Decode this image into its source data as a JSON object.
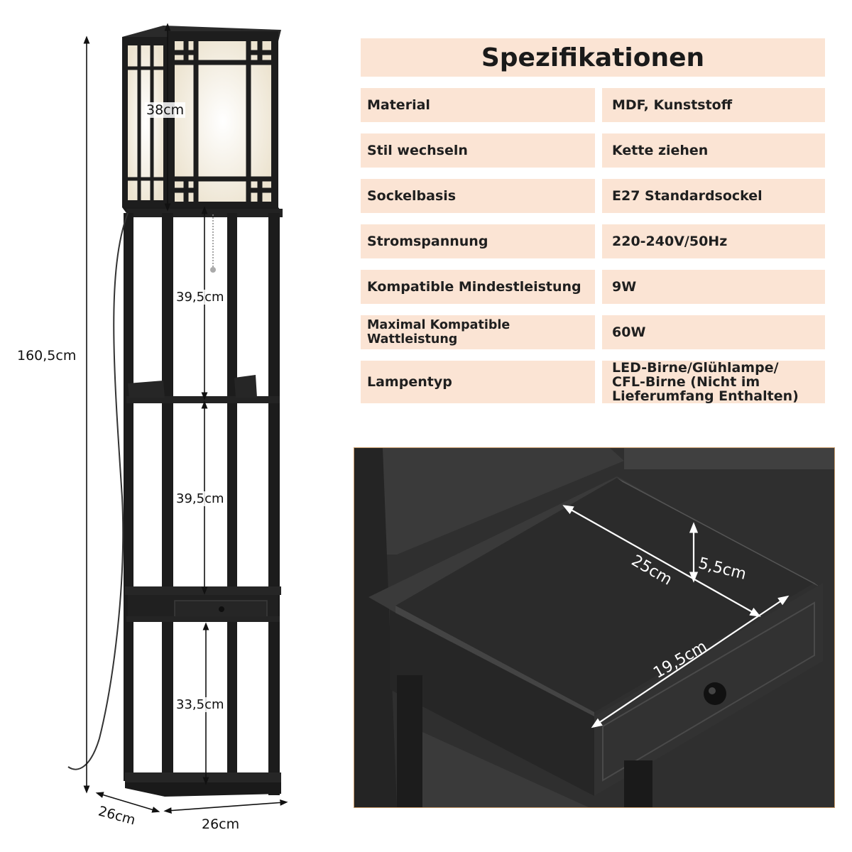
{
  "dimensions": {
    "total_height": "160,5cm",
    "lamp_height": "38cm",
    "shelf_1": "39,5cm",
    "shelf_2": "39,5cm",
    "shelf_3": "33,5cm",
    "depth": "26cm",
    "width": "26cm"
  },
  "specs": {
    "title": "Spezifikationen",
    "rows": [
      {
        "label": "Material",
        "value": "MDF, Kunststoff"
      },
      {
        "label": "Stil wechseln",
        "value": "Kette ziehen"
      },
      {
        "label": "Sockelbasis",
        "value": "E27 Standardsockel"
      },
      {
        "label": "Stromspannung",
        "value": "220-240V/50Hz"
      },
      {
        "label": "Kompatible Mindestleistung",
        "value": "9W"
      },
      {
        "label": "Maximal Kompatible Wattleistung",
        "value": "60W"
      },
      {
        "label": "Lampentyp",
        "value": "LED-Birne/Glühlampe/\nCFL-Birne (Nicht im\nLieferumfang Enthalten)"
      }
    ]
  },
  "drawer": {
    "length": "25cm",
    "height": "5,5cm",
    "width": "19,5cm"
  },
  "colors": {
    "table_bg": "#fbe4d4",
    "frame": "#1c1c1c",
    "lamp_glow": "#f7f2e4",
    "photo_border": "#c89a6a"
  }
}
